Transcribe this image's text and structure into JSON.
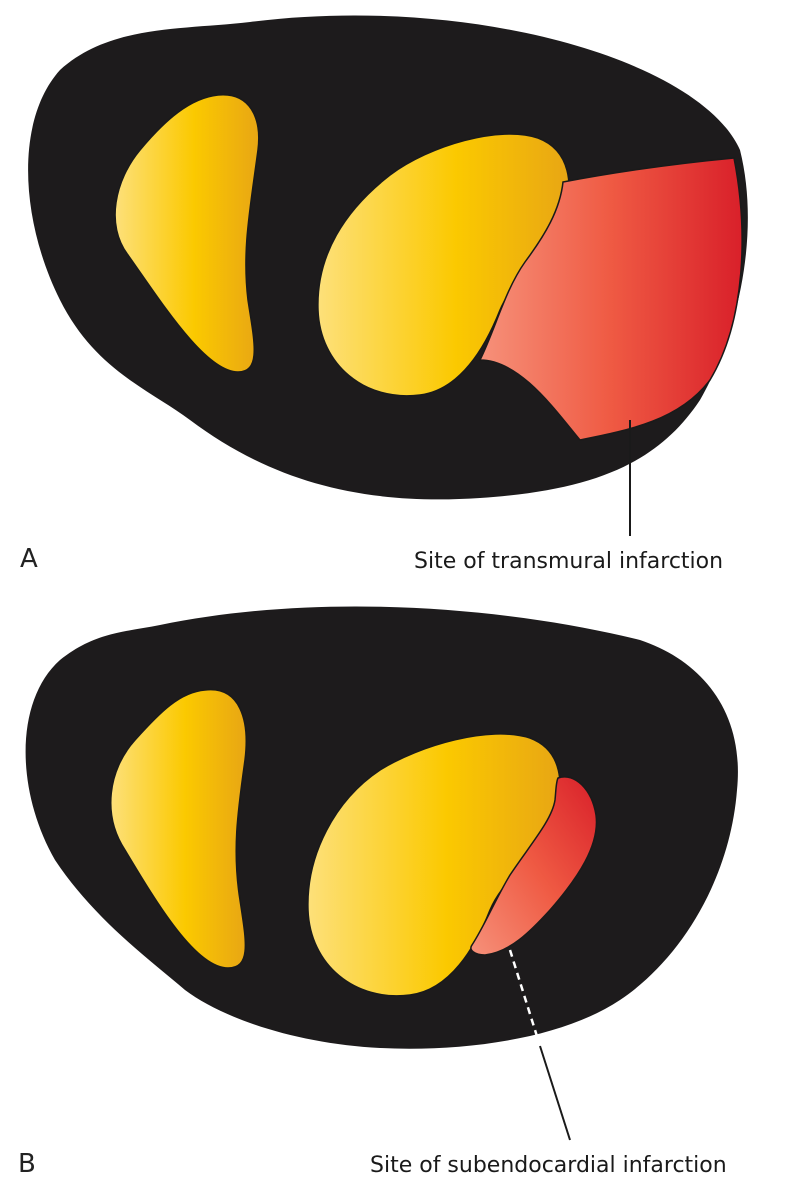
{
  "colors": {
    "myocardium": "#1d1b1c",
    "ventricle_light": "#fde07a",
    "ventricle_mid": "#fbc900",
    "ventricle_dark": "#e8a614",
    "infarct_light": "#f6917a",
    "infarct_mid": "#ef5a43",
    "infarct_dark": "#d9202a"
  },
  "panel_a": {
    "letter": "A",
    "label": "Site of transmural infarction"
  },
  "panel_b": {
    "letter": "B",
    "label": "Site of subendocardial infarction"
  }
}
